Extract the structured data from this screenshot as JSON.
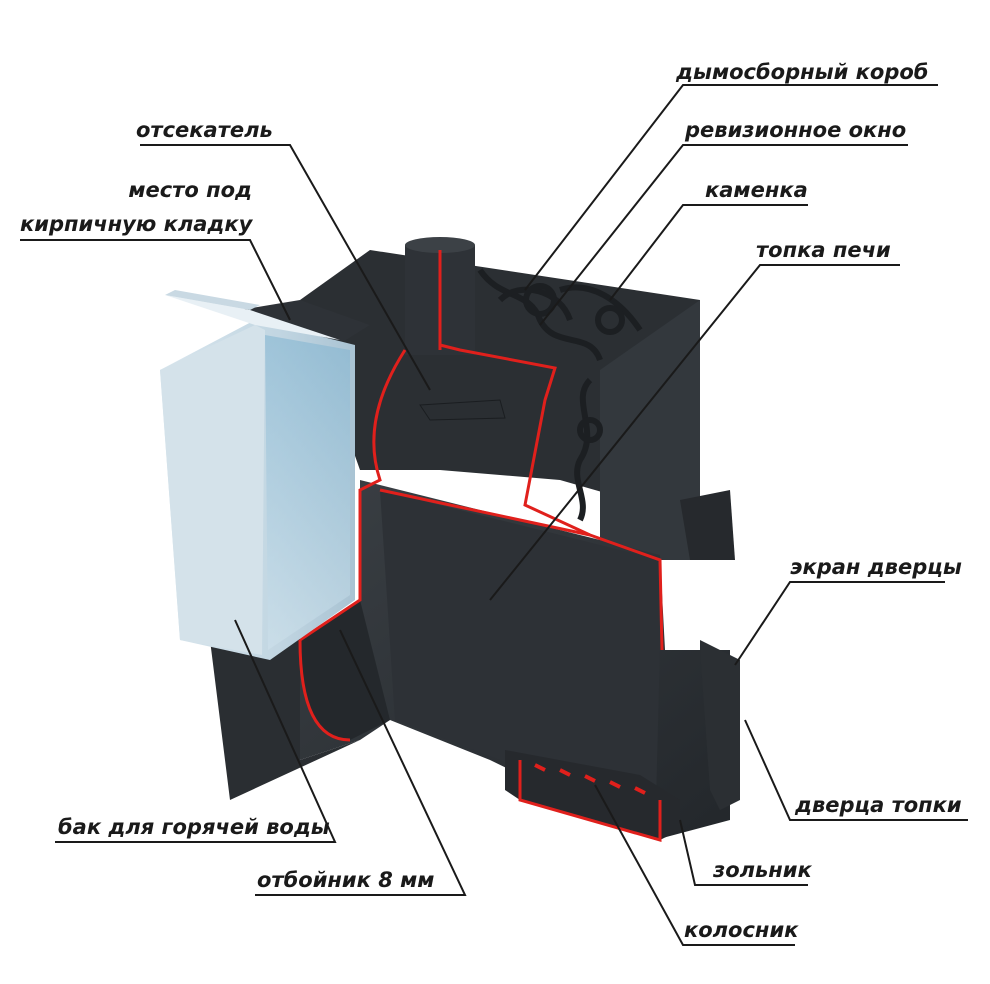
{
  "labels": {
    "smoke_box": "дымосборный короб",
    "inspection_window": "ревизионное окно",
    "cutter": "отсекатель",
    "heater": "каменка",
    "brick_place_1": "место под",
    "brick_place_2": "кирпичную кладку",
    "firebox": "топка печи",
    "door_screen": "экран дверцы",
    "firebox_door": "дверца топки",
    "hot_water_tank": "бак для горячей воды",
    "ash_pan": "зольник",
    "deflector": "отбойник 8 мм",
    "grate": "колосник"
  },
  "colors": {
    "steel": "#2b2f33",
    "steel_dark": "#1f2226",
    "steel_light": "#3a3f44",
    "cut_edge": "#e0201c",
    "tank": "#cfe0ea",
    "text": "#1a1a1a"
  }
}
